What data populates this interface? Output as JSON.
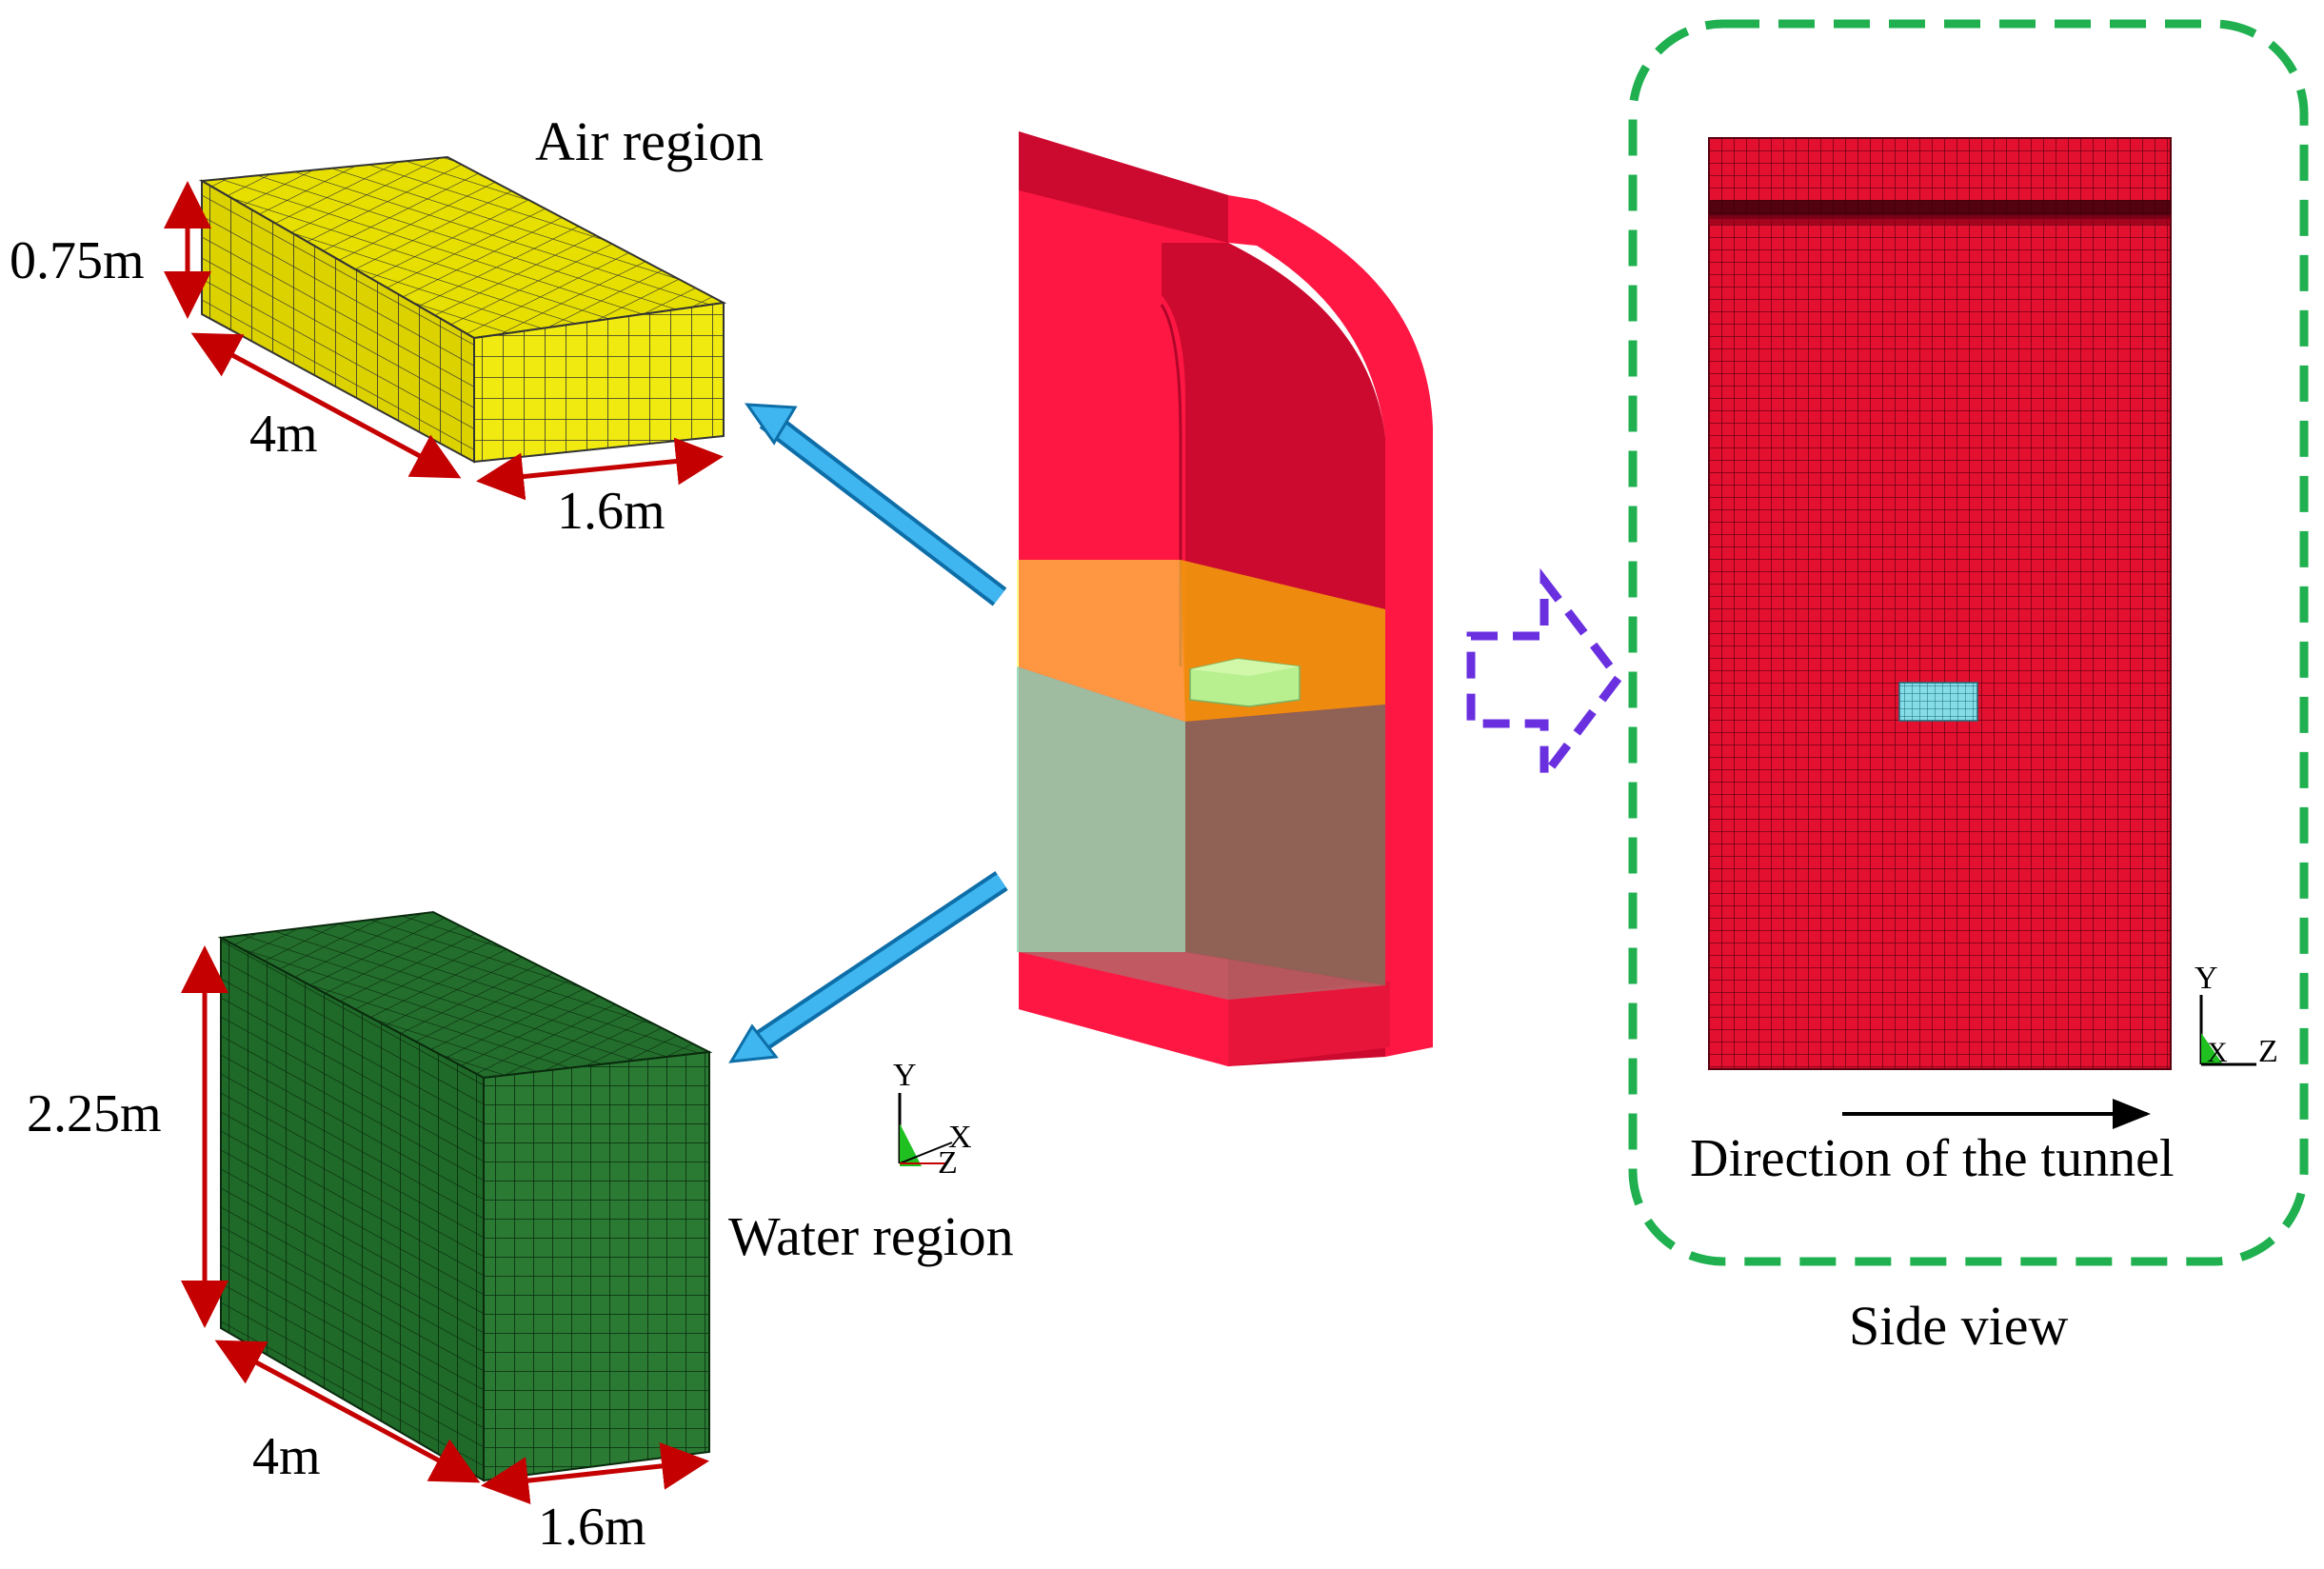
{
  "labels": {
    "air_region": "Air region",
    "water_region": "Water region",
    "side_view": "Side view",
    "direction": "Direction of the tunnel"
  },
  "air_box": {
    "height": "0.75m",
    "length": "4m",
    "width": "1.6m"
  },
  "water_box": {
    "height": "2.25m",
    "length": "4m",
    "width": "1.6m"
  },
  "axes_main": {
    "y": "Y",
    "x": "X",
    "z": "Z"
  },
  "axes_side": {
    "y": "Y",
    "x": "X",
    "z": "Z"
  },
  "colors": {
    "air_mesh": "#e8e000",
    "water_mesh": "#1f6b2a",
    "tunnel": "#e8153a",
    "side_mesh": "#e0102e",
    "dim_arrow": "#c40000",
    "blue_arrow": "#2aa4e6",
    "green_dash": "#20b050",
    "purple_dash": "#6a30e0",
    "cyan_block": "#7ed8e0"
  }
}
